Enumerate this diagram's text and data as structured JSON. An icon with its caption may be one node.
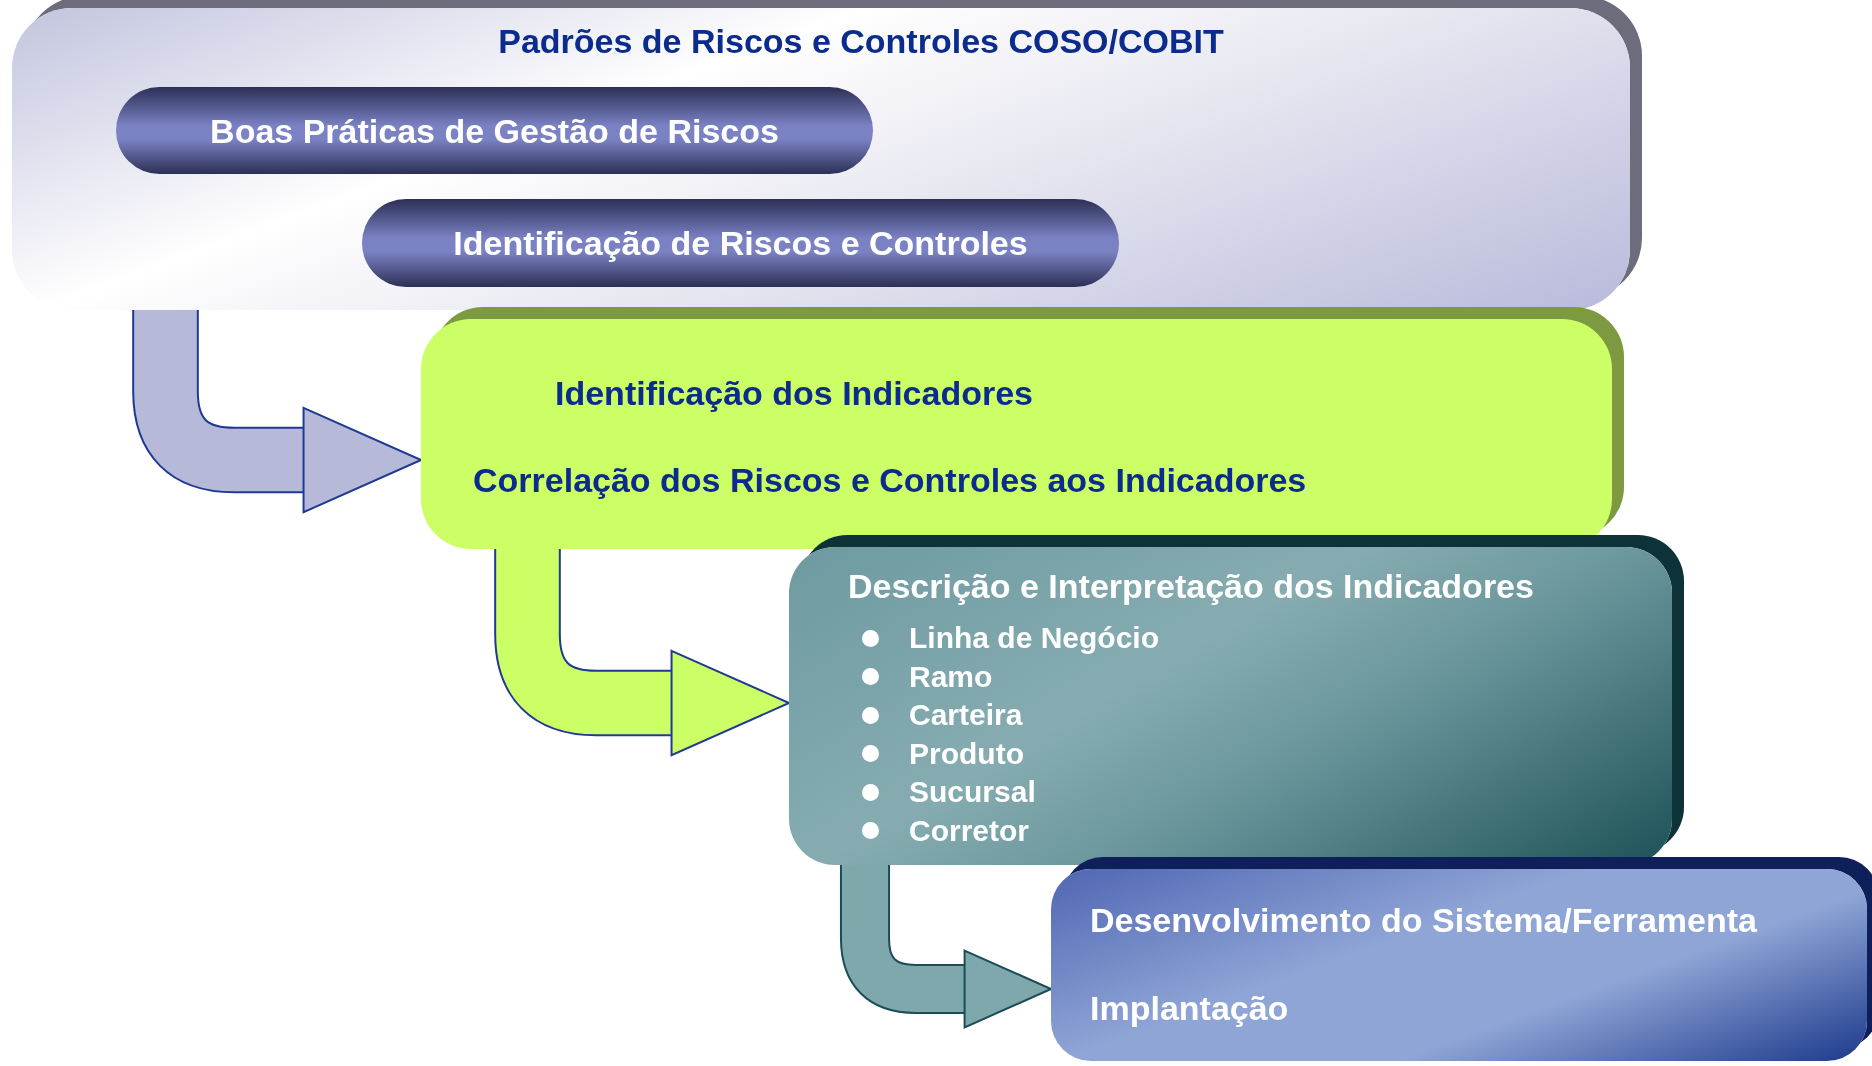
{
  "diagram": {
    "nodes": [
      {
        "text": [
          "Padrões de Riscos e Controles COSO/COBIT"
        ]
      },
      {
        "text": [
          "Boas Práticas de Gestão de Riscos"
        ],
        "in": 0
      },
      {
        "text": [
          "Identificação de Riscos e Controles"
        ],
        "in": 0
      },
      {
        "text": [
          "Identificação dos Indicadores",
          "Correlação dos Riscos e Controles aos Indicadores"
        ]
      },
      {
        "text": [
          "Descrição e Interpretação dos Indicadores",
          "Linha de Negócio",
          "Ramo",
          "Carteira",
          "Produto",
          "Sucursal",
          "Corretor"
        ]
      },
      {
        "text": [
          "Desenvolvimento do Sistema/Ferramenta",
          "Implantação"
        ]
      }
    ],
    "edges": [
      {
        "from": 0,
        "to": 3,
        "arrow": "to",
        "color": "#b6bad8"
      },
      {
        "from": 3,
        "to": 4,
        "arrow": "to",
        "color": "#ccff66"
      },
      {
        "from": 4,
        "to": 5,
        "arrow": "to",
        "color": "#7fa8ad"
      }
    ]
  }
}
